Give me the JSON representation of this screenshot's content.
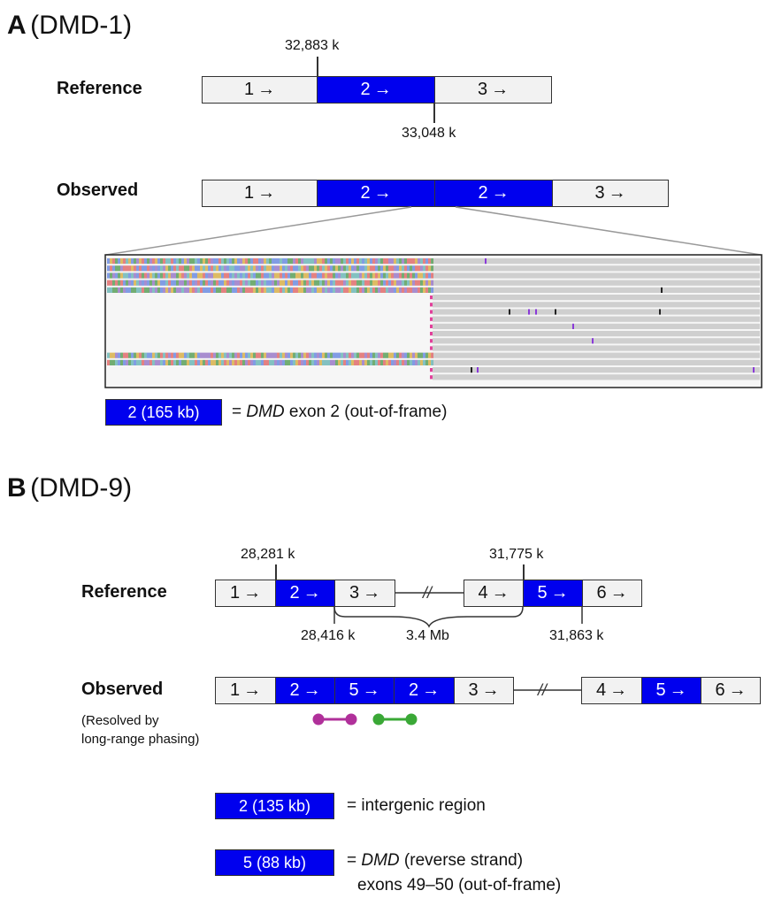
{
  "panel_a": {
    "letter": "A",
    "title": "(DMD-1)",
    "reference_label": "Reference",
    "observed_label": "Observed",
    "coord_start": "32,883 k",
    "coord_end": "33,048 k",
    "reference_segments": [
      "1",
      "2",
      "3"
    ],
    "observed_segments": [
      "1",
      "2",
      "2",
      "3"
    ],
    "legend_box": "2 (165 kb)",
    "legend_eq": "= ",
    "legend_italic": "DMD",
    "legend_rest": " exon 2 (out-of-frame)"
  },
  "panel_b": {
    "letter": "B",
    "title": "(DMD-9)",
    "reference_label": "Reference",
    "observed_label": "Observed",
    "observed_note_1": "(Resolved by",
    "observed_note_2": "long-range phasing)",
    "coord_28281": "28,281 k",
    "coord_31775": "31,775 k",
    "coord_28416": "28,416 k",
    "coord_31863": "31,863 k",
    "gap_label": "3.4 Mb",
    "break_symbol": "//",
    "reference_segments_left": [
      "1",
      "2",
      "3"
    ],
    "reference_segments_right": [
      "4",
      "5",
      "6"
    ],
    "observed_segments_left": [
      "1",
      "2",
      "5",
      "2",
      "3"
    ],
    "observed_segments_right": [
      "4",
      "5",
      "6"
    ],
    "legend1_box": "2 (135 kb)",
    "legend1_text": "= intergenic region",
    "legend2_box": "5 (88 kb)",
    "legend2_eq": "= ",
    "legend2_italic": "DMD",
    "legend2_rest": " (reverse strand)",
    "legend2_line2": "exons 49–50 (out-of-frame)"
  },
  "arrow_glyph": "→",
  "colors": {
    "blue": "#0000ee",
    "gray": "#f2f2f2",
    "purple": "#b0309a",
    "green": "#3aa836"
  }
}
